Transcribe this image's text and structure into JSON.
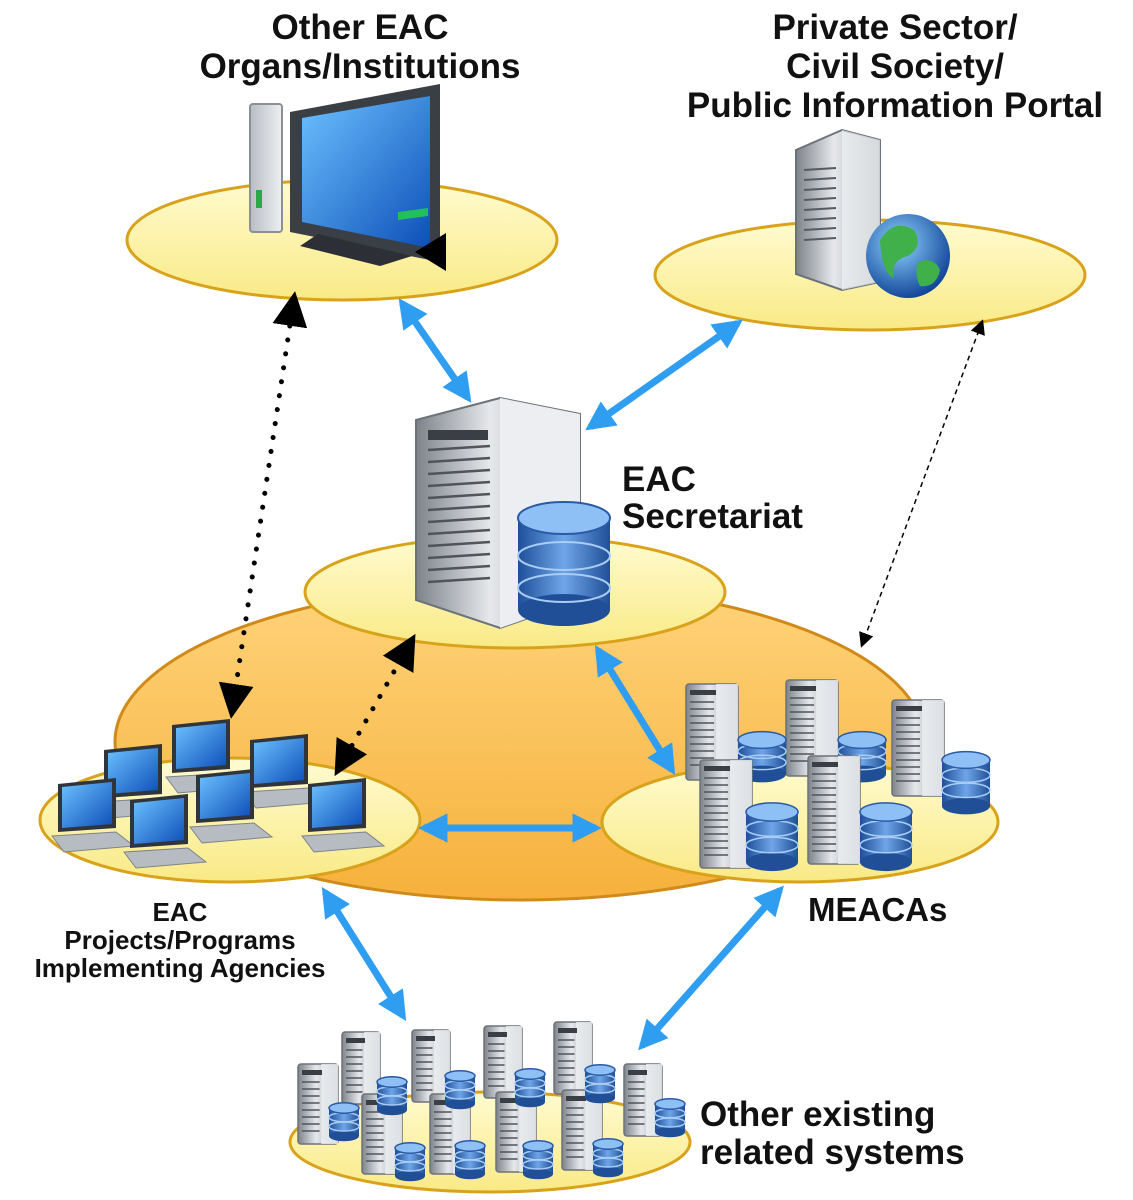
{
  "nodes": {
    "organs": {
      "lines": [
        "Other EAC",
        "Organs/Institutions"
      ]
    },
    "private_sector": {
      "lines": [
        "Private Sector/",
        "Civil Society/",
        "Public Information Portal"
      ]
    },
    "secretariat": {
      "lines": [
        "EAC",
        "Secretariat"
      ]
    },
    "projects": {
      "lines": [
        "EAC",
        "Projects/Programs",
        "Implementing Agencies"
      ]
    },
    "meacas": {
      "lines": [
        "MEACAs"
      ]
    },
    "other_systems": {
      "lines": [
        "Other existing",
        "related systems"
      ]
    }
  },
  "colors": {
    "ellipse_fill": "#fff6a8",
    "ellipse_stroke": "#d9a21b",
    "hub_fill": "#fbc35a",
    "arrow_blue": "#2f9ef0",
    "server_body": "#c9cdd2",
    "db_blue": "#3a76c2",
    "monitor_screen": "#1d6fd6"
  },
  "icons": {
    "organs": "desktop-computer-icon",
    "private_sector": "web-server-globe-icon",
    "secretariat": "server-database-icon",
    "projects": "laptop-cluster-icon",
    "meacas": "server-database-cluster-icon",
    "other_systems": "server-database-cluster-icon"
  },
  "links": [
    {
      "from": "organs",
      "to": "secretariat",
      "style": "solid-blue-bidirectional"
    },
    {
      "from": "private_sector",
      "to": "secretariat",
      "style": "solid-blue-bidirectional"
    },
    {
      "from": "secretariat",
      "to": "meacas",
      "style": "solid-blue-bidirectional"
    },
    {
      "from": "projects",
      "to": "meacas",
      "style": "solid-blue-bidirectional"
    },
    {
      "from": "projects",
      "to": "other_systems",
      "style": "solid-blue-bidirectional"
    },
    {
      "from": "meacas",
      "to": "other_systems",
      "style": "solid-blue-bidirectional"
    },
    {
      "from": "organs",
      "to": "projects",
      "style": "dotted-black-bidirectional"
    },
    {
      "from": "projects",
      "to": "secretariat",
      "style": "dotted-black-bidirectional"
    },
    {
      "from": "private_sector",
      "to": "meacas",
      "style": "dashed-black-bidirectional"
    }
  ]
}
